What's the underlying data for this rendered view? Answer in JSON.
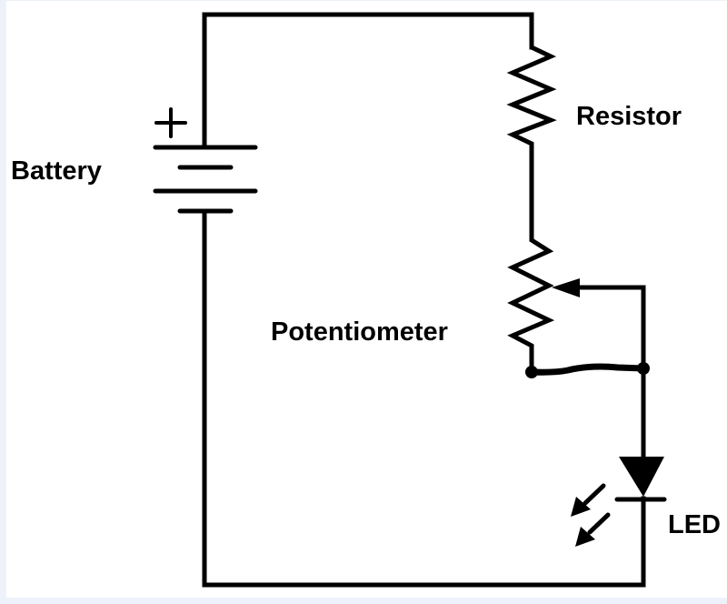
{
  "diagram": {
    "title": "Battery, resistor, potentiometer and LED series circuit",
    "labels": {
      "battery": "Battery",
      "resistor": "Resistor",
      "potentiometer": "Potentiometer",
      "led": "LED",
      "battery_positive": "+"
    },
    "components": [
      {
        "name": "Battery",
        "type": "battery",
        "polarity_marker": "+"
      },
      {
        "name": "Resistor",
        "type": "resistor"
      },
      {
        "name": "Potentiometer",
        "type": "variable-resistor",
        "wiper": true
      },
      {
        "name": "LED",
        "type": "light-emitting-diode"
      }
    ],
    "connections": [
      [
        "Battery +",
        "Resistor"
      ],
      [
        "Resistor",
        "Potentiometer"
      ],
      [
        "Potentiometer wiper",
        "LED anode"
      ],
      [
        "Potentiometer end",
        "LED anode"
      ],
      [
        "LED cathode",
        "Battery -"
      ]
    ],
    "colors": {
      "background": "#edf2fa",
      "canvas": "#ffffff",
      "ink": "#000000"
    }
  }
}
